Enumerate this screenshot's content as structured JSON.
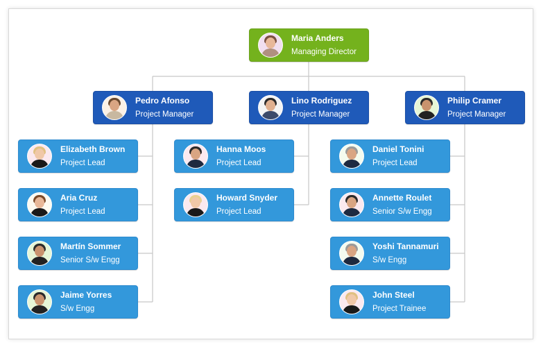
{
  "org_chart": {
    "root": {
      "name": "Maria Anders",
      "title": "Managing Director",
      "avatar": "female-avatar",
      "color": "#74b21d"
    },
    "managers": [
      {
        "name": "Pedro Afonso",
        "title": "Project Manager",
        "avatar": "male-avatar",
        "reports": [
          {
            "name": "Elizabeth Brown",
            "title": "Project Lead",
            "avatar": "female-avatar"
          },
          {
            "name": "Aria Cruz",
            "title": "Project Lead",
            "avatar": "female-avatar"
          },
          {
            "name": "Martín Sommer",
            "title": "Senior S/w Engg",
            "avatar": "male-avatar"
          },
          {
            "name": "Jaime Yorres",
            "title": "S/w Engg",
            "avatar": "male-avatar"
          }
        ]
      },
      {
        "name": "Lino Rodriguez",
        "title": "Project Manager",
        "avatar": "male-avatar",
        "reports": [
          {
            "name": "Hanna Moos",
            "title": "Project Lead",
            "avatar": "male-avatar"
          },
          {
            "name": "Howard Snyder",
            "title": "Project Lead",
            "avatar": "female-avatar"
          }
        ]
      },
      {
        "name": "Philip Cramer",
        "title": "Project Manager",
        "avatar": "male-avatar",
        "reports": [
          {
            "name": "Daniel Tonini",
            "title": "Project Lead",
            "avatar": "male-avatar"
          },
          {
            "name": "Annette Roulet",
            "title": "Senior S/w Engg",
            "avatar": "male-avatar"
          },
          {
            "name": "Yoshi Tannamuri",
            "title": "S/w Engg",
            "avatar": "male-avatar"
          },
          {
            "name": "John Steel",
            "title": "Project Trainee",
            "avatar": "female-avatar"
          }
        ]
      }
    ],
    "colors": {
      "root": "#74b21d",
      "manager": "#1f5ab9",
      "employee": "#3398db",
      "connector": "#c6c6c6"
    }
  }
}
